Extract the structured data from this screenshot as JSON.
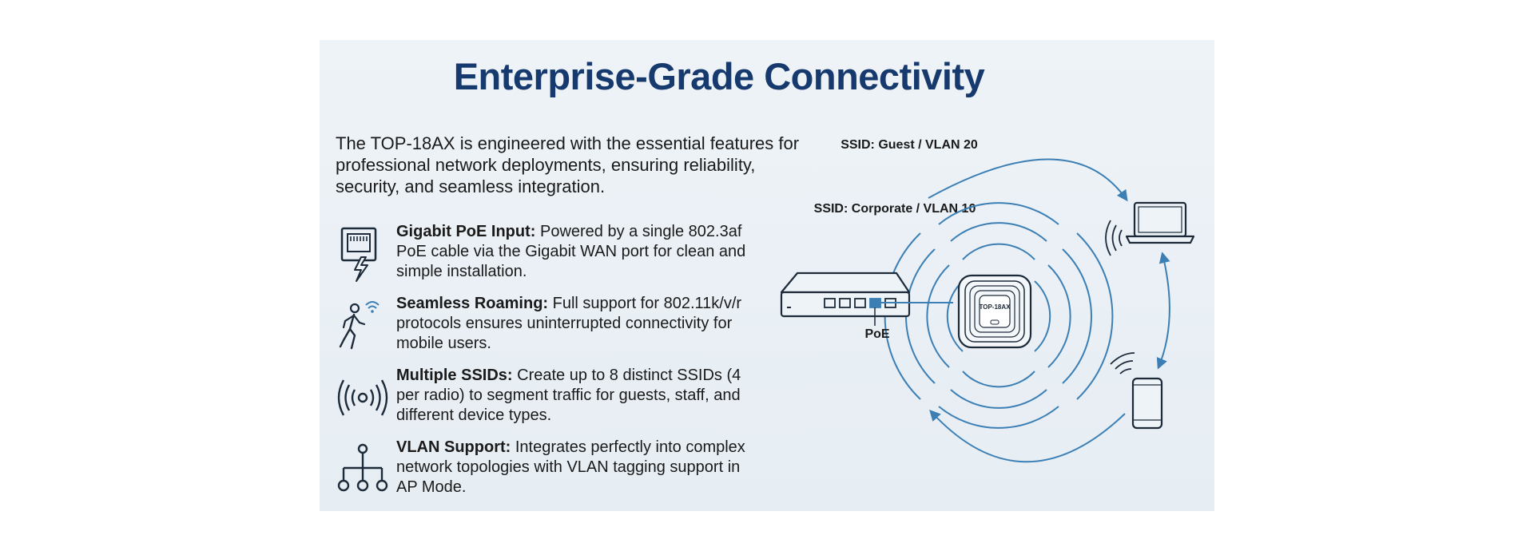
{
  "title": "Enterprise-Grade Connectivity",
  "intro": "The TOP-18AX is engineered with the essential features for professional network deployments, ensuring reliability, security, and seamless integration.",
  "features": [
    {
      "icon": "ethernet-poe-icon",
      "title": "Gigabit PoE Input:",
      "text": " Powered by a single 802.3af PoE cable via the Gigabit WAN port for clean and simple installation."
    },
    {
      "icon": "walking-person-wifi-icon",
      "title": "Seamless Roaming:",
      "text": " Full support for 802.11k/v/r protocols ensures uninterrupted connectivity for mobile users."
    },
    {
      "icon": "broadcast-signal-icon",
      "title": "Multiple SSIDs:",
      "text": " Create up to 8 distinct SSIDs (4 per radio) to segment traffic for guests, staff, and different device types."
    },
    {
      "icon": "network-tree-icon",
      "title": "VLAN Support:",
      "text": " Integrates perfectly into complex network topologies with VLAN tagging support in AP Mode."
    }
  ],
  "diagram": {
    "ssid_guest": "SSID: Guest / VLAN 20",
    "ssid_corporate": "SSID: Corporate / VLAN 10",
    "ap_label": "TOP-18AX",
    "poe_label": "PoE",
    "colors": {
      "accent": "#3b7fb5",
      "dark": "#1c2a3a",
      "title": "#16396e"
    }
  }
}
